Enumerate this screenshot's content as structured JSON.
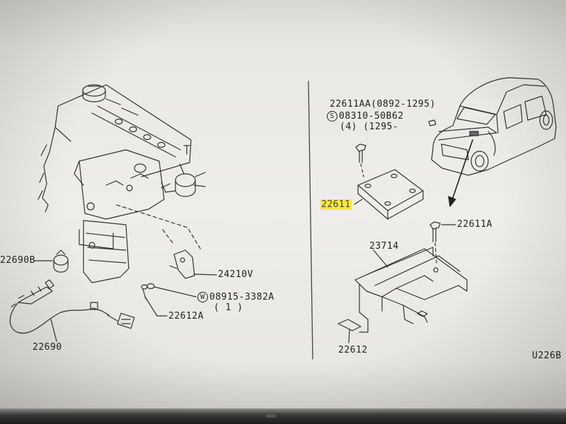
{
  "labels": {
    "p22690b": "22690B",
    "p22690": "22690",
    "p24210v": "24210V",
    "p08915_code": "08915-3382A",
    "p08915_symbol": "W",
    "p08915_qty": "( 1 )",
    "p22612a": "22612A",
    "p22611aa": "22611AA(0892-1295)",
    "p08310_symbol": "S",
    "p08310_code": "08310-50B62",
    "p08310_qty": "(4) (1295-",
    "p22611": "22611",
    "p22611a": "22611A",
    "p23714": "23714",
    "p22612": "22612",
    "diagram_code": "U226B"
  },
  "colors": {
    "highlight": "#f7e73a",
    "ink": "#222222",
    "paper": "#eeede9"
  }
}
